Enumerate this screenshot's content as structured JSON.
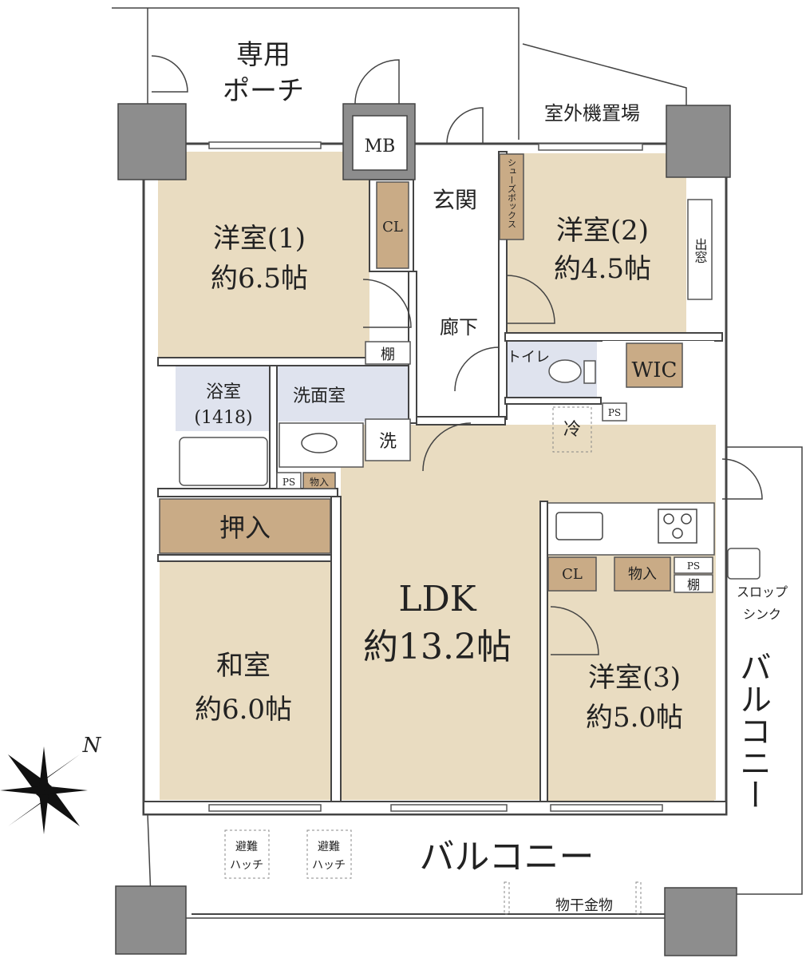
{
  "rooms": {
    "porch": {
      "line1": "専用",
      "line2": "ポーチ"
    },
    "outdoor_unit": "室外機置場",
    "mb": "MB",
    "entrance": "玄関",
    "shoe_box": "シューズボックス",
    "western1": {
      "name": "洋室(1)",
      "size": "約6.5帖"
    },
    "cl1": "CL",
    "western2": {
      "name": "洋室(2)",
      "size": "約4.5帖"
    },
    "bay_window": "出窓",
    "hallway": "廊下",
    "shelf1": "棚",
    "toilet": "トイレ",
    "wic": "WIC",
    "bath": {
      "name": "浴室",
      "size": "(1418)"
    },
    "washroom": "洗面室",
    "washer": "洗",
    "ps1": "PS",
    "storage1": "物入",
    "fridge": "冷",
    "ps2": "PS",
    "closet_oshiire": "押入",
    "ldk": {
      "name": "LDK",
      "size": "約13.2帖"
    },
    "cl3": "CL",
    "storage3": "物入",
    "ps3": "PS",
    "shelf3": "棚",
    "slop_sink": {
      "line1": "スロップ",
      "line2": "シンク"
    },
    "washitsu": {
      "name": "和室",
      "size": "約6.0帖"
    },
    "western3": {
      "name": "洋室(3)",
      "size": "約5.0帖"
    },
    "balcony_side": "バルコニー",
    "balcony_bottom": "バルコニー",
    "hatch1": {
      "line1": "避難",
      "line2": "ハッチ"
    },
    "hatch2": {
      "line1": "避難",
      "line2": "ハッチ"
    },
    "drying_rack": "物干金物"
  },
  "compass": {
    "label": "N"
  }
}
